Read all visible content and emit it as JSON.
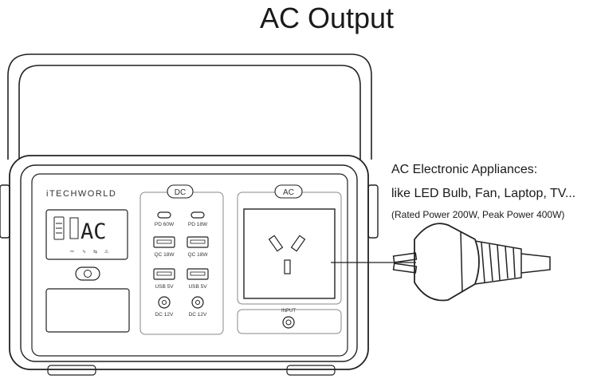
{
  "title": "AC Output",
  "caption": {
    "line1": "AC Electronic Appliances:",
    "line2": "like LED Bulb, Fan, Laptop, TV...",
    "line3": "(Rated Power 200W, Peak Power 400W)"
  },
  "device": {
    "brand": "iTECHWORLD",
    "display_text": "AC",
    "dc_badge": "DC",
    "ac_badge": "AC",
    "input_label": "INPUT",
    "ports": [
      {
        "id": "pd60",
        "label": "PD 60W",
        "kind": "usb-c"
      },
      {
        "id": "pd18",
        "label": "PD 18W",
        "kind": "usb-c"
      },
      {
        "id": "qc18a",
        "label": "QC 18W",
        "kind": "usb-a"
      },
      {
        "id": "qc18b",
        "label": "QC 18W",
        "kind": "usb-a"
      },
      {
        "id": "usb5a",
        "label": "USB 5V",
        "kind": "usb-a"
      },
      {
        "id": "usb5b",
        "label": "USB 5V",
        "kind": "usb-a"
      },
      {
        "id": "dc12a",
        "label": "DC 12V",
        "kind": "barrel"
      },
      {
        "id": "dc12b",
        "label": "DC 12V",
        "kind": "barrel"
      }
    ],
    "icons": [
      "battery-level-icon",
      "dc-indicator-icon",
      "ac-indicator-icon",
      "usb-indicator-icon",
      "warning-icon",
      "light-button-icon",
      "plug-icon"
    ]
  }
}
